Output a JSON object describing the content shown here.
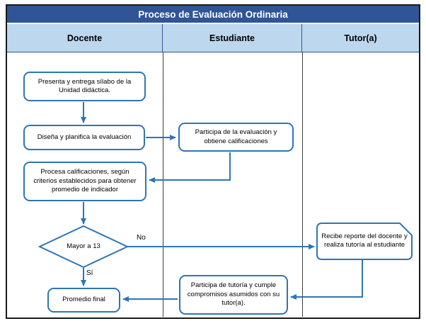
{
  "title": {
    "text": "Proceso de Evaluación Ordinaria"
  },
  "lanes": [
    {
      "label": "Docente"
    },
    {
      "label": "Estudiante"
    },
    {
      "label": "Tutor(a)"
    }
  ],
  "nodes": {
    "presenta_silabo": {
      "lane": "Docente",
      "shape": "rounded-rect",
      "text": "Presenta y entrega sílabo de la Unidad didáctica."
    },
    "disena_planifica": {
      "lane": "Docente",
      "shape": "rounded-rect",
      "text": "Diseña y planifica la evaluación"
    },
    "procesa_calificaciones": {
      "lane": "Docente",
      "shape": "rounded-rect",
      "text": "Procesa calificaciones, según criterios establecidos para obtener promedio de indicador"
    },
    "decision_mayor_13": {
      "lane": "Docente",
      "shape": "diamond",
      "text": "Mayor a 13"
    },
    "promedio_final": {
      "lane": "Docente",
      "shape": "rounded-rect",
      "text": "Promedio final"
    },
    "participa_evaluacion": {
      "lane": "Estudiante",
      "shape": "rounded-rect",
      "text": "Participa de la evaluación y obtiene calificaciones"
    },
    "participa_tutoria": {
      "lane": "Estudiante",
      "shape": "rounded-rect",
      "text": "Participa de tutoría y cumple compromisos asumidos con su tutor(a)."
    },
    "recibe_reporte": {
      "lane": "Tutor(a)",
      "shape": "card",
      "text": "Recibe reporte del docente y realiza tutoría al estudiante"
    }
  },
  "edge_labels": {
    "no": "No",
    "si": "Sí"
  },
  "colors": {
    "title_bg": "#2F5597",
    "header_bg": "#BDD7EE",
    "box_border": "#2E75B6",
    "arrow": "#2E75B6",
    "outer_border": "#1A1A1A",
    "text": "#000000"
  }
}
